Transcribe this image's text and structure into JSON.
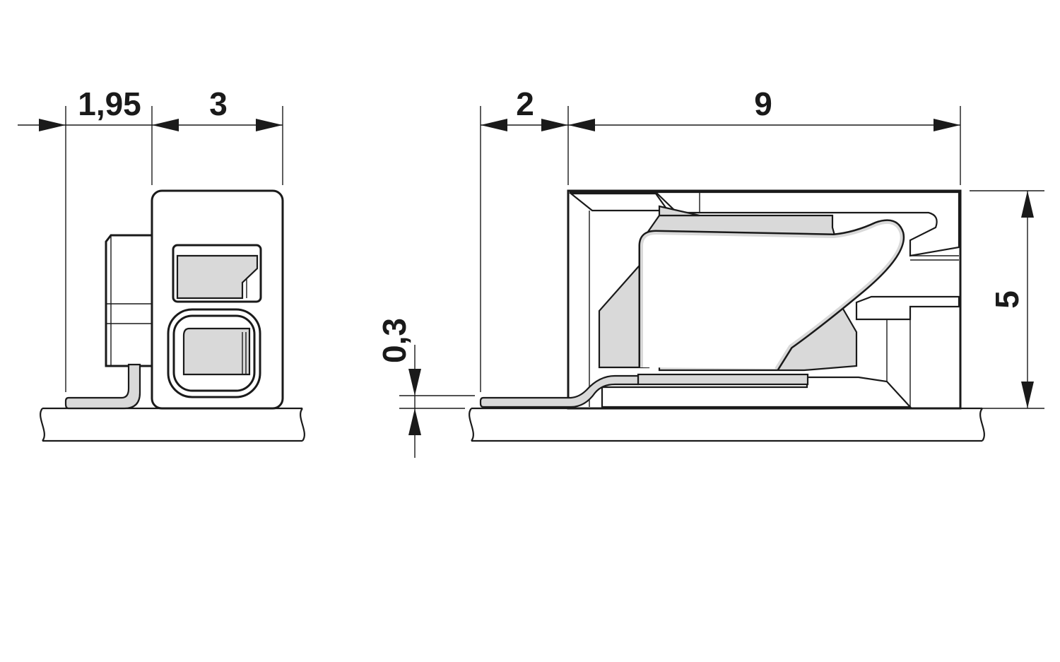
{
  "drawing": {
    "colors": {
      "line": "#1a1a1a",
      "fill": "#d9d9d9",
      "background": "#ffffff"
    },
    "dimensions": {
      "side_offset": "1,95",
      "side_width": "3",
      "front_offset": "2",
      "front_length": "9",
      "height": "5",
      "standoff": "0,3"
    }
  }
}
